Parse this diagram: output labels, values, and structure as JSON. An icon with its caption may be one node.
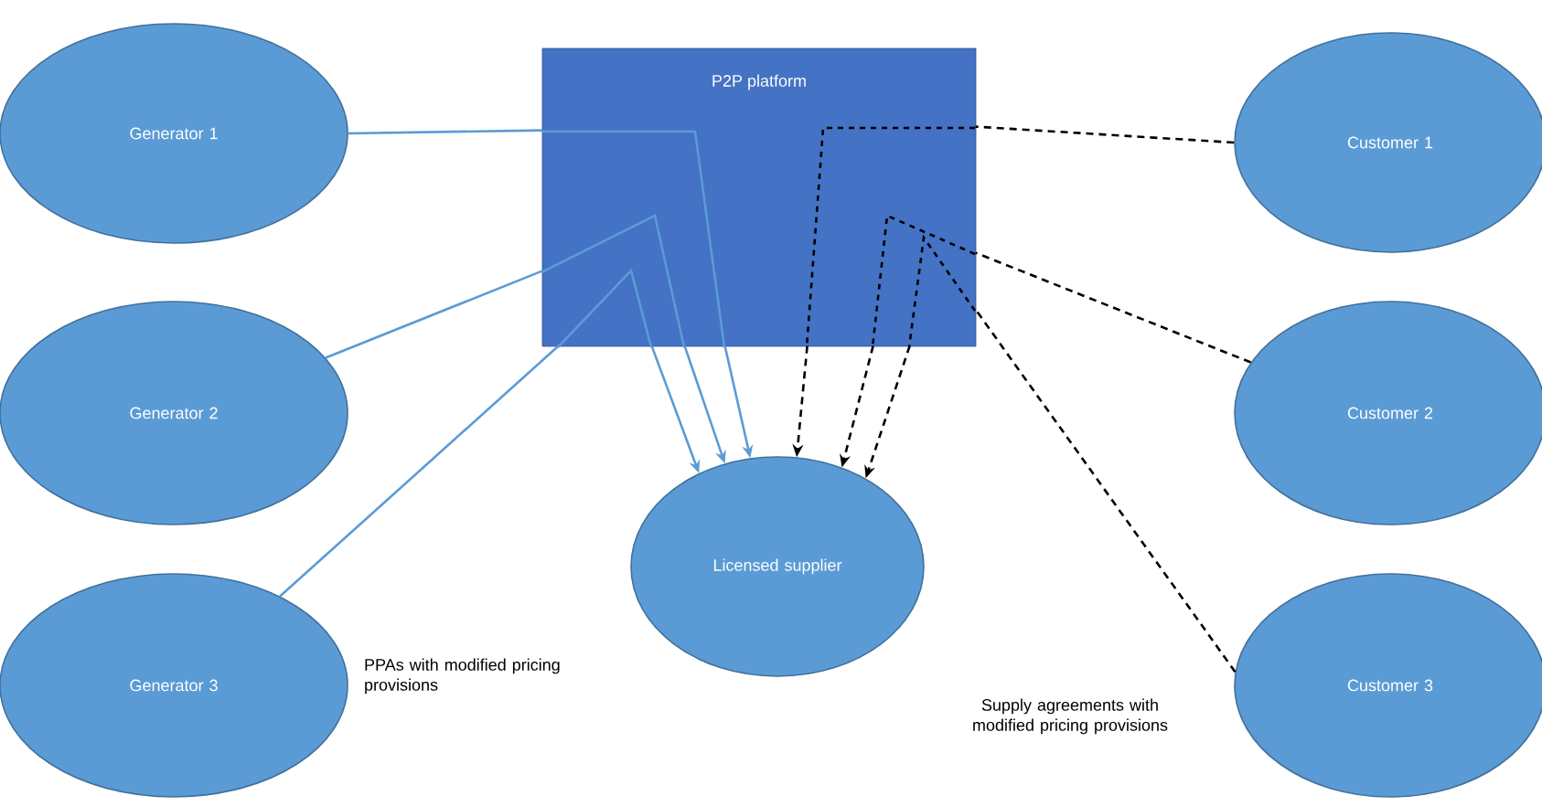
{
  "diagram": {
    "nodes": [
      {
        "text": [
          "Generator 1"
        ]
      },
      {
        "text": [
          "Generator 2"
        ]
      },
      {
        "text": [
          "Generator 3"
        ]
      },
      {
        "text": [
          "P2P platform"
        ]
      },
      {
        "text": [
          "Licensed supplier"
        ]
      },
      {
        "text": [
          "Customer 1"
        ]
      },
      {
        "text": [
          "Customer 2"
        ]
      },
      {
        "text": [
          "Customer 3"
        ]
      }
    ],
    "edges": [
      {
        "from": 0,
        "to": 3,
        "arrow": "none",
        "color": "#5b9bd5"
      },
      {
        "from": 1,
        "to": 3,
        "arrow": "none",
        "color": "#5b9bd5"
      },
      {
        "from": 2,
        "to": 3,
        "arrow": "none",
        "color": "#5b9bd5"
      },
      {
        "from": 3,
        "to": 4,
        "arrow": "to",
        "color": "#5b9bd5"
      },
      {
        "from": 3,
        "to": 4,
        "arrow": "to",
        "color": "#5b9bd5"
      },
      {
        "from": 3,
        "to": 4,
        "arrow": "to",
        "color": "#5b9bd5"
      },
      {
        "from": 5,
        "to": 3,
        "arrow": "none",
        "style": "dashed",
        "color": "#000000"
      },
      {
        "from": 6,
        "to": 3,
        "arrow": "none",
        "style": "dashed",
        "color": "#000000"
      },
      {
        "from": 7,
        "to": 3,
        "arrow": "none",
        "style": "dashed",
        "color": "#000000"
      },
      {
        "from": 3,
        "to": 4,
        "arrow": "to",
        "style": "dashed",
        "color": "#000000"
      },
      {
        "from": 3,
        "to": 4,
        "arrow": "to",
        "style": "dashed",
        "color": "#000000"
      },
      {
        "from": 3,
        "to": 4,
        "arrow": "to",
        "style": "dashed",
        "color": "#000000"
      }
    ],
    "labels": [
      "PPAs with modified pricing provisions",
      "Supply agreements with modified pricing provisions"
    ]
  }
}
